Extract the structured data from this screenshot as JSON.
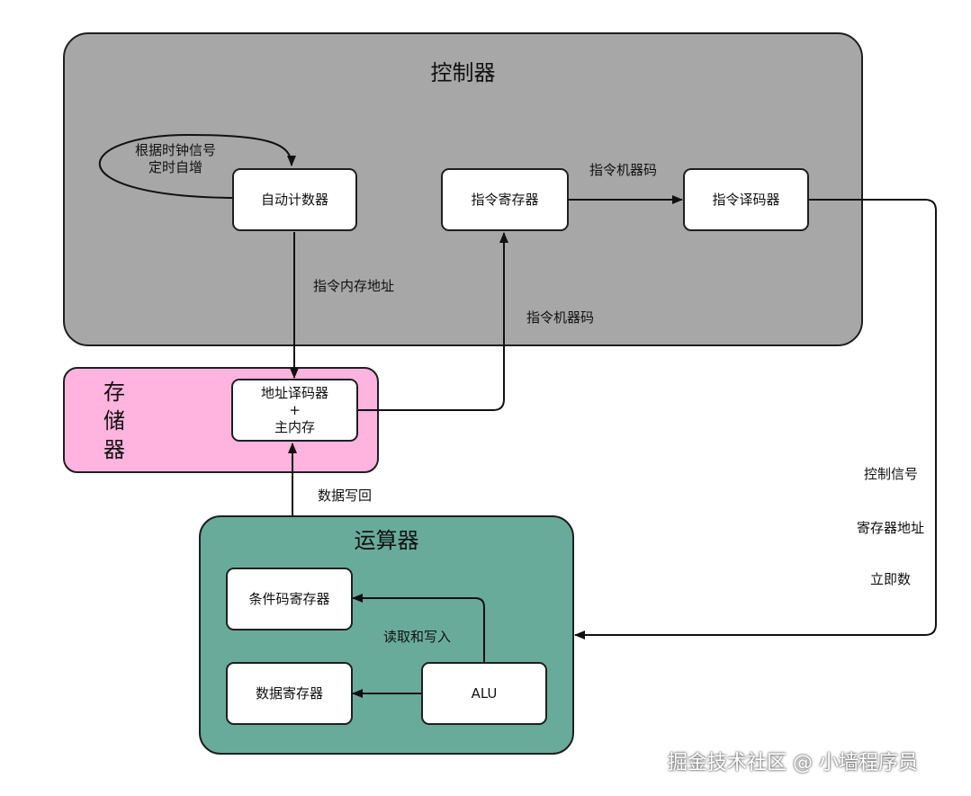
{
  "groups": {
    "controller": "控制器",
    "memory": "存储器",
    "alu_unit": "运算器"
  },
  "nodes": {
    "program_counter": "自动计数器",
    "instruction_register": "指令寄存器",
    "instruction_decoder": "指令译码器",
    "memory_line1": "地址译码器",
    "memory_line2": "+",
    "memory_line3": "主内存",
    "condition_register": "条件码寄存器",
    "data_register": "数据寄存器",
    "alu": "ALU"
  },
  "edge_labels": {
    "clock_line1": "根据时钟信号",
    "clock_line2": "定时自增",
    "machine_code_top": "指令机器码",
    "instruction_address": "指令内存地址",
    "machine_code_mid": "指令机器码",
    "data_writeback": "数据写回",
    "control_signal": "控制信号",
    "register_address": "寄存器地址",
    "immediate": "立即数",
    "read_write": "读取和写入"
  },
  "watermark": "掘金技术社区 @ 小墙程序员"
}
